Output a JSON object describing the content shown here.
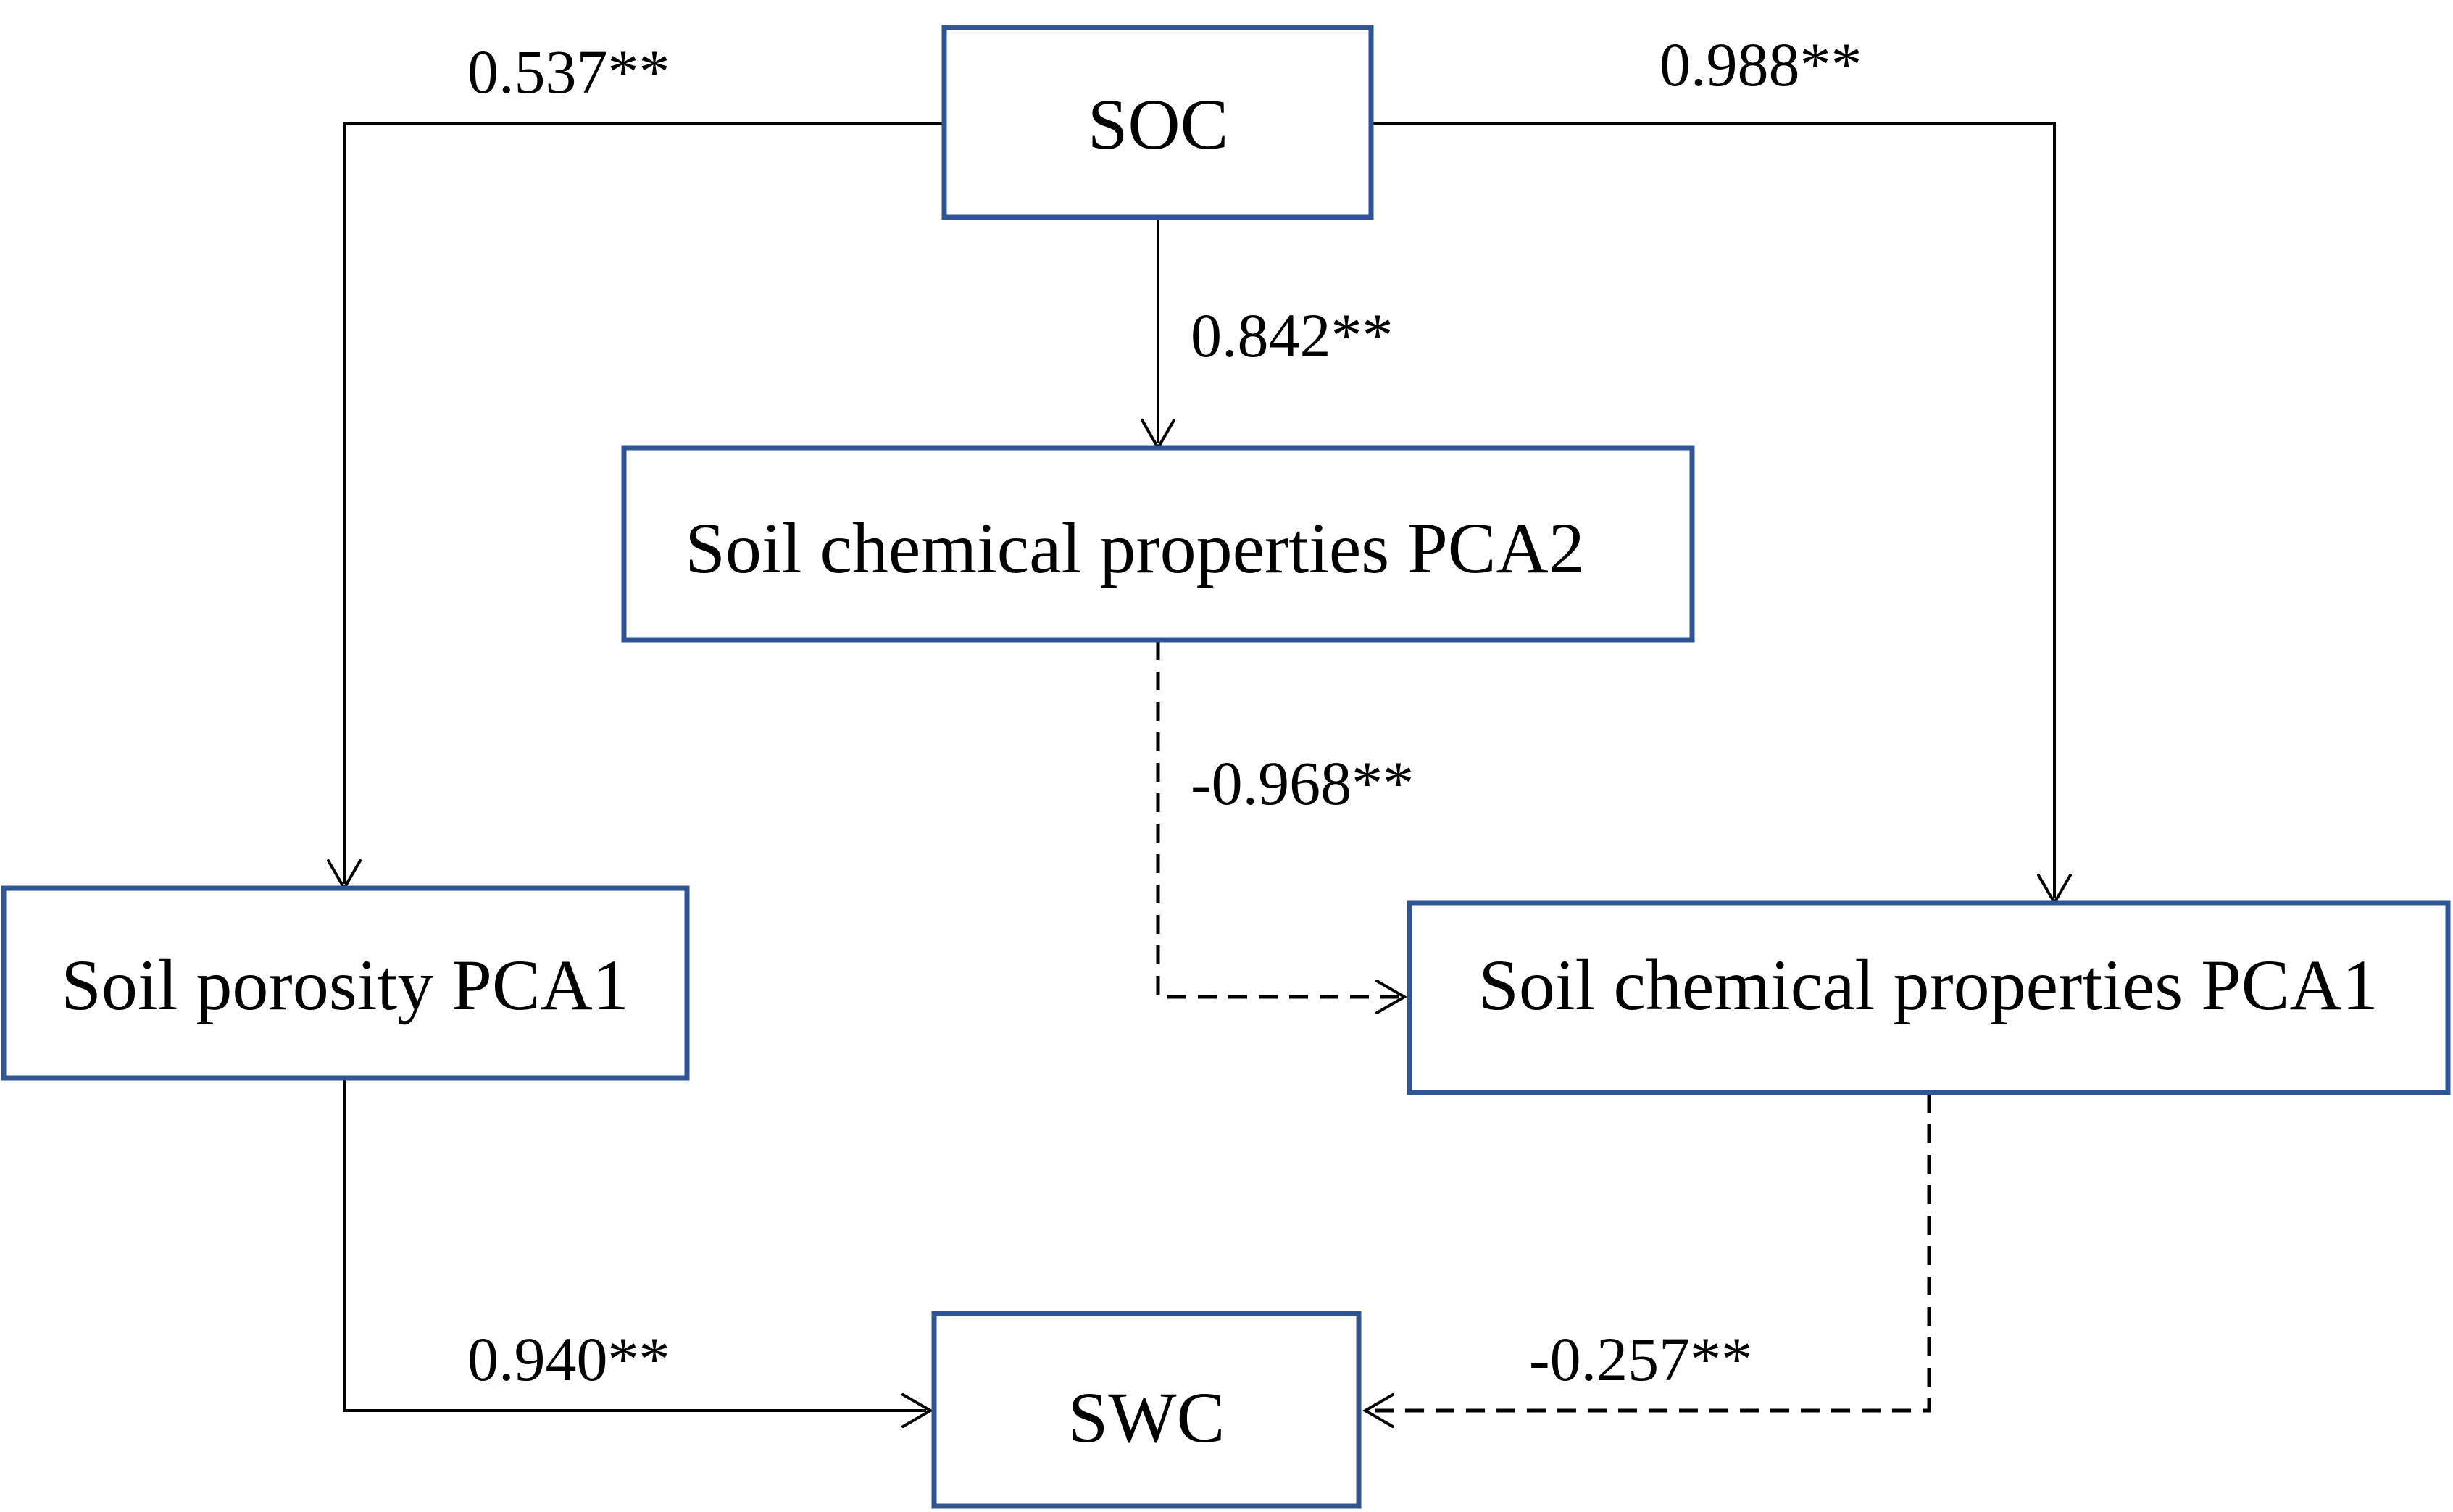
{
  "nodes": {
    "soc": "SOC",
    "chem_pca2": "Soil chemical properties PCA2",
    "porosity_pca1": "Soil porosity PCA1",
    "chem_pca1": "Soil chemical properties PCA1",
    "swc": "SWC"
  },
  "edges": {
    "soc_to_porosity": {
      "label": "0.537**",
      "style": "solid"
    },
    "soc_to_chem_pca1": {
      "label": "0.988**",
      "style": "solid"
    },
    "soc_to_chem_pca2": {
      "label": "0.842**",
      "style": "solid"
    },
    "chem_pca2_to_chem_pca1": {
      "label": "-0.968**",
      "style": "dashed"
    },
    "porosity_to_swc": {
      "label": "0.940**",
      "style": "solid"
    },
    "chem_pca1_to_swc": {
      "label": "-0.257**",
      "style": "dashed"
    }
  },
  "colors": {
    "box_border": "#2f5597",
    "line": "#000000"
  }
}
